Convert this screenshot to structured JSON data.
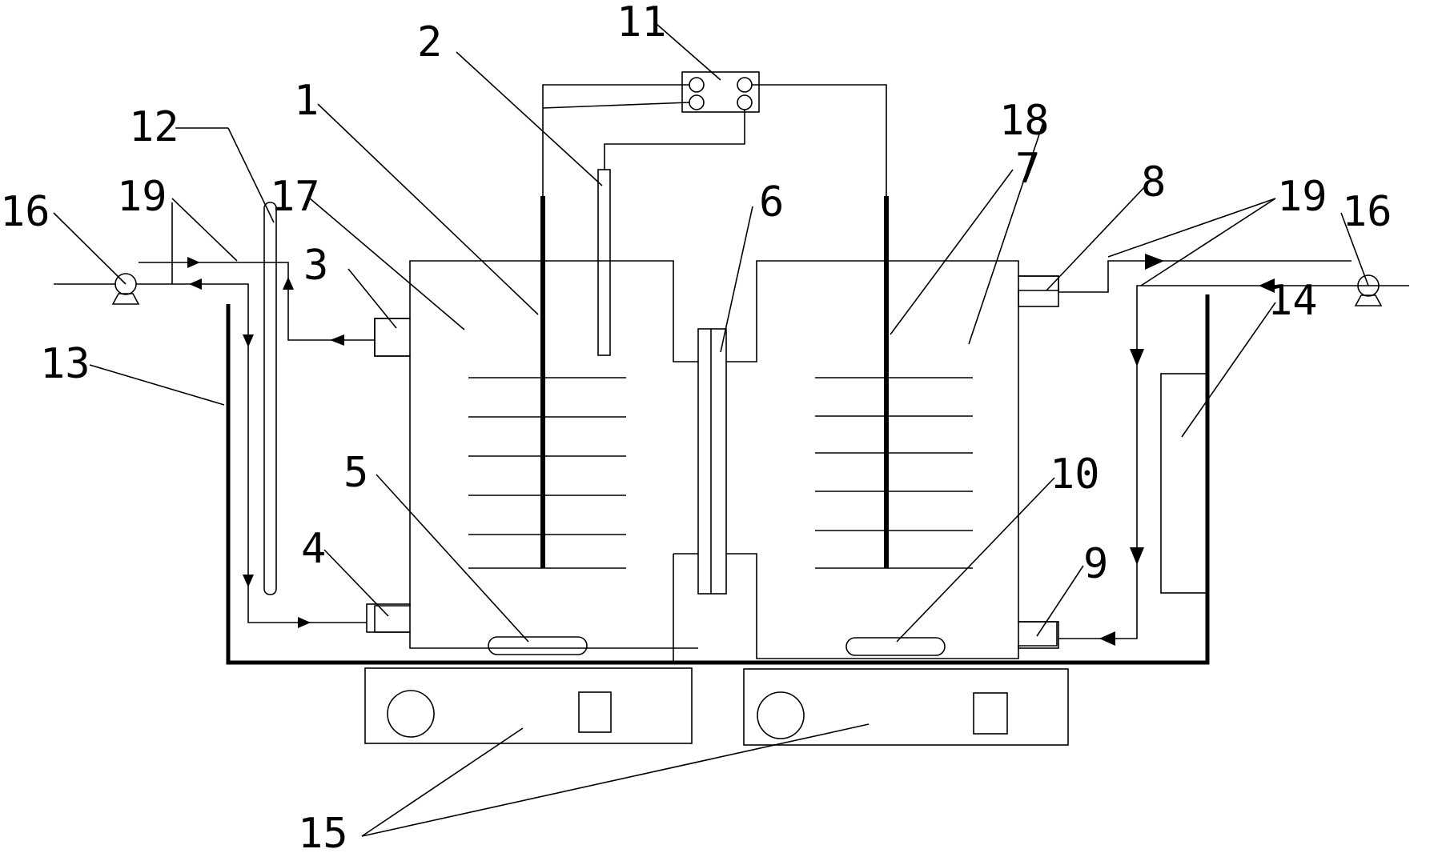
{
  "labels": {
    "l1": "1",
    "l2": "2",
    "l3": "3",
    "l4": "4",
    "l5": "5",
    "l6": "6",
    "l7": "7",
    "l8": "8",
    "l9": "9",
    "l10": "10",
    "l11": "11",
    "l12": "12",
    "l13": "13",
    "l14": "14",
    "l15": "15",
    "l16a": "16",
    "l16b": "16",
    "l17": "17",
    "l18": "18",
    "l19a": "19",
    "l19b": "19"
  }
}
